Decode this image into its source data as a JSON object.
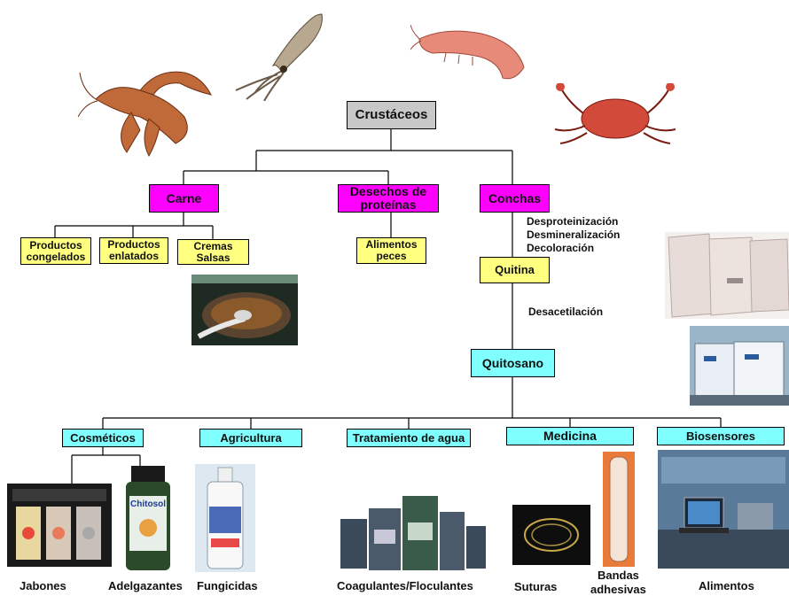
{
  "root": "Crustáceos",
  "level1": {
    "carne": "Carne",
    "desechos_line1": "Desechos de",
    "desechos_line2": "proteínas",
    "conchas": "Conchas"
  },
  "carne_products": [
    {
      "line1": "Productos",
      "line2": "congelados"
    },
    {
      "line1": "Productos",
      "line2": "enlatados"
    },
    {
      "line1": "Cremas",
      "line2": "Salsas"
    }
  ],
  "desechos_product": {
    "line1": "Alimentos",
    "line2": "peces"
  },
  "conchas_steps": [
    "Desproteinización",
    "Desmineralización",
    "Decoloración"
  ],
  "quitina": "Quitina",
  "quitina_step": "Desacetilación",
  "quitosano": "Quitosano",
  "applications": [
    "Cosméticos",
    "Agricultura",
    "Tratamiento de agua",
    "Medicina",
    "Biosensores"
  ],
  "products": {
    "jabones": "Jabones",
    "adelgazantes": "Adelgazantes",
    "fungicidas": "Fungicidas",
    "coagulantes": "Coagulantes/Floculantes",
    "suturas": "Suturas",
    "bandas_line1": "Bandas",
    "bandas_line2": "adhesivas",
    "alimentos": "Alimentos"
  },
  "bottle_label": "Chitosol",
  "colors": {
    "root": "#c8c8c8",
    "level1": "#ff00ff",
    "products": "#ffff80",
    "applications": "#80ffff"
  }
}
